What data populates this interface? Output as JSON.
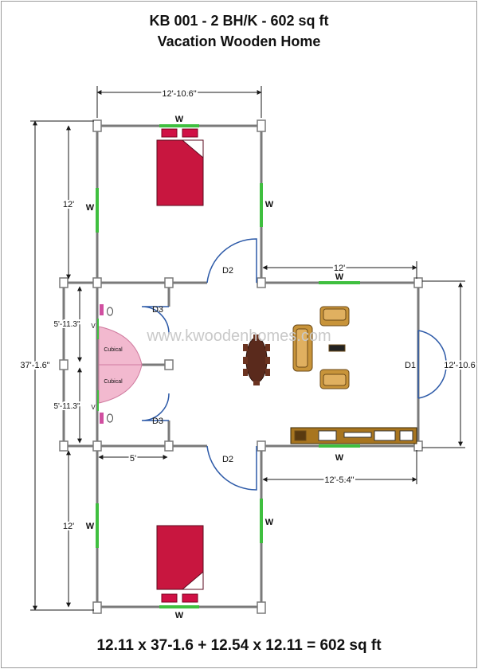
{
  "title": {
    "line1": "KB 001 - 2 BH/K - 602 sq ft",
    "line2": "Vacation Wooden Home"
  },
  "watermark": "www.kwoodenhomes.com",
  "dimensions": {
    "top_width": "12'-10.6\"",
    "overall_height": "37'-1.6\"",
    "top_room_height": "12'",
    "cubical_upper": "5'-11.3\"",
    "cubical_lower": "5'-11.3\"",
    "bottom_room_height": "12'",
    "bath_width": "5'",
    "living_top_width": "12'",
    "living_bottom_width": "12'-5.4\"",
    "living_right_height": "12'-10.6"
  },
  "labels": {
    "window": "W",
    "door_d1": "D1",
    "door_d2": "D2",
    "door_d3": "D3",
    "cubical": "Cubical",
    "valve": "V"
  },
  "formula": "12.11 x 37-1.6 + 12.54 x 12.11 = 602 sq ft",
  "colors": {
    "wall": "#7a7a7a",
    "window": "#3fbf3f",
    "door_arc": "#2d5aa8",
    "dimension": "#1a1a1a",
    "bed": "#c8163f",
    "pillow": "#d01045",
    "cubical_fill": "#f2b9cf",
    "sofa": "#c8943a",
    "table": "#5a2a1c",
    "kitchen": "#a8751f"
  }
}
